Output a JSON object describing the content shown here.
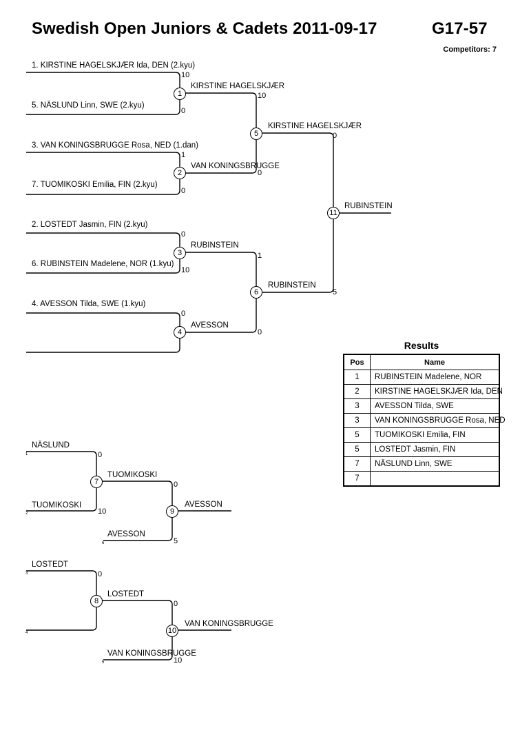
{
  "header": {
    "title": "Swedish Open Juniors & Cadets  2011-09-17",
    "category": "G17-57",
    "competitors": "Competitors: 7"
  },
  "main_bracket": {
    "entries": [
      "1. KIRSTINE HAGELSKJÆR Ida, DEN (2.kyu)",
      "5. NÄSLUND Linn, SWE (2.kyu)",
      "3. VAN KONINGSBRUGGE Rosa, NED (1.dan)",
      "7. TUOMIKOSKI Emilia, FIN (2.kyu)",
      "2. LOSTEDT Jasmin, FIN (2.kyu)",
      "6. RUBINSTEIN Madelene, NOR (1.kyu)",
      "4. AVESSON Tilda, SWE (1.kyu)"
    ],
    "r1_scores": [
      "10",
      "0",
      "1",
      "0",
      "0",
      "10",
      "0"
    ],
    "r1_winners": [
      "KIRSTINE HAGELSKJÆR",
      "VAN KONINGSBRUGGE",
      "RUBINSTEIN",
      "AVESSON"
    ],
    "r2_scores": [
      "10",
      "0",
      "1",
      "0"
    ],
    "r2_winners": [
      "KIRSTINE HAGELSKJÆR",
      "RUBINSTEIN"
    ],
    "r3_scores": [
      "0",
      "5"
    ],
    "final_winner": "RUBINSTEIN",
    "nodes": [
      "1",
      "2",
      "3",
      "4",
      "5",
      "6",
      "11"
    ]
  },
  "repechage": {
    "a": {
      "entries": [
        "NÄSLUND",
        "TUOMIKOSKI"
      ],
      "marks": [
        "1",
        "2"
      ],
      "scores": [
        "0",
        "10"
      ],
      "winner": "TUOMIKOSKI",
      "node": "7",
      "bronze_opponent": "AVESSON",
      "bronze_mark": "6",
      "bronze_scores": [
        "0",
        "5"
      ],
      "bronze_node": "9",
      "bronze_winner": "AVESSON"
    },
    "b": {
      "entries": [
        "LOSTEDT",
        ""
      ],
      "marks": [
        "3",
        "4"
      ],
      "scores": [
        "0",
        ""
      ],
      "winner": "LOSTEDT",
      "node": "8",
      "bronze_opponent": "VAN KONINGSBRUGGE",
      "bronze_mark": "5",
      "bronze_scores": [
        "0",
        "10"
      ],
      "bronze_node": "10",
      "bronze_winner": "VAN KONINGSBRUGGE"
    }
  },
  "results": {
    "title": "Results",
    "col_pos": "Pos",
    "col_name": "Name",
    "rows": [
      {
        "pos": "1",
        "name": "RUBINSTEIN Madelene, NOR"
      },
      {
        "pos": "2",
        "name": "KIRSTINE HAGELSKJÆR Ida, DEN"
      },
      {
        "pos": "3",
        "name": "AVESSON Tilda, SWE"
      },
      {
        "pos": "3",
        "name": "VAN KONINGSBRUGGE Rosa, NED"
      },
      {
        "pos": "5",
        "name": "TUOMIKOSKI Emilia, FIN"
      },
      {
        "pos": "5",
        "name": "LOSTEDT Jasmin, FIN"
      },
      {
        "pos": "7",
        "name": "NÄSLUND Linn, SWE"
      },
      {
        "pos": "7",
        "name": ""
      }
    ]
  }
}
